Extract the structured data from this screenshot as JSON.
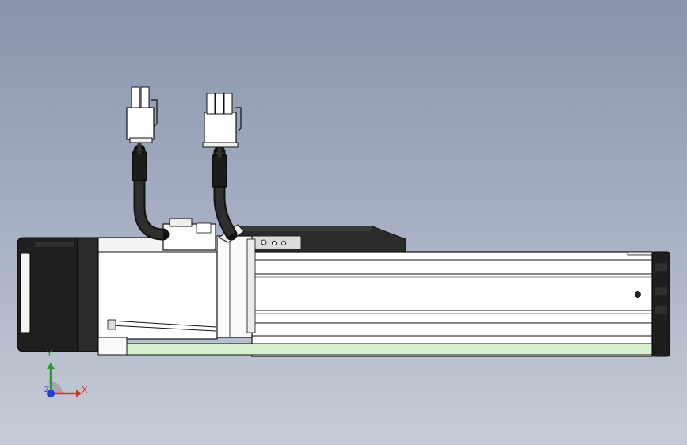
{
  "viewport": {
    "background_top": "#8794ab",
    "background_bottom": "#c6ccd7",
    "highlight_color": "#d7f0cf"
  },
  "triad": {
    "x_label": "X",
    "y_label": "Y",
    "z_label": "Z",
    "x_color": "#d83030",
    "y_color": "#2a9a2a",
    "z_color": "#2a3ad8"
  }
}
